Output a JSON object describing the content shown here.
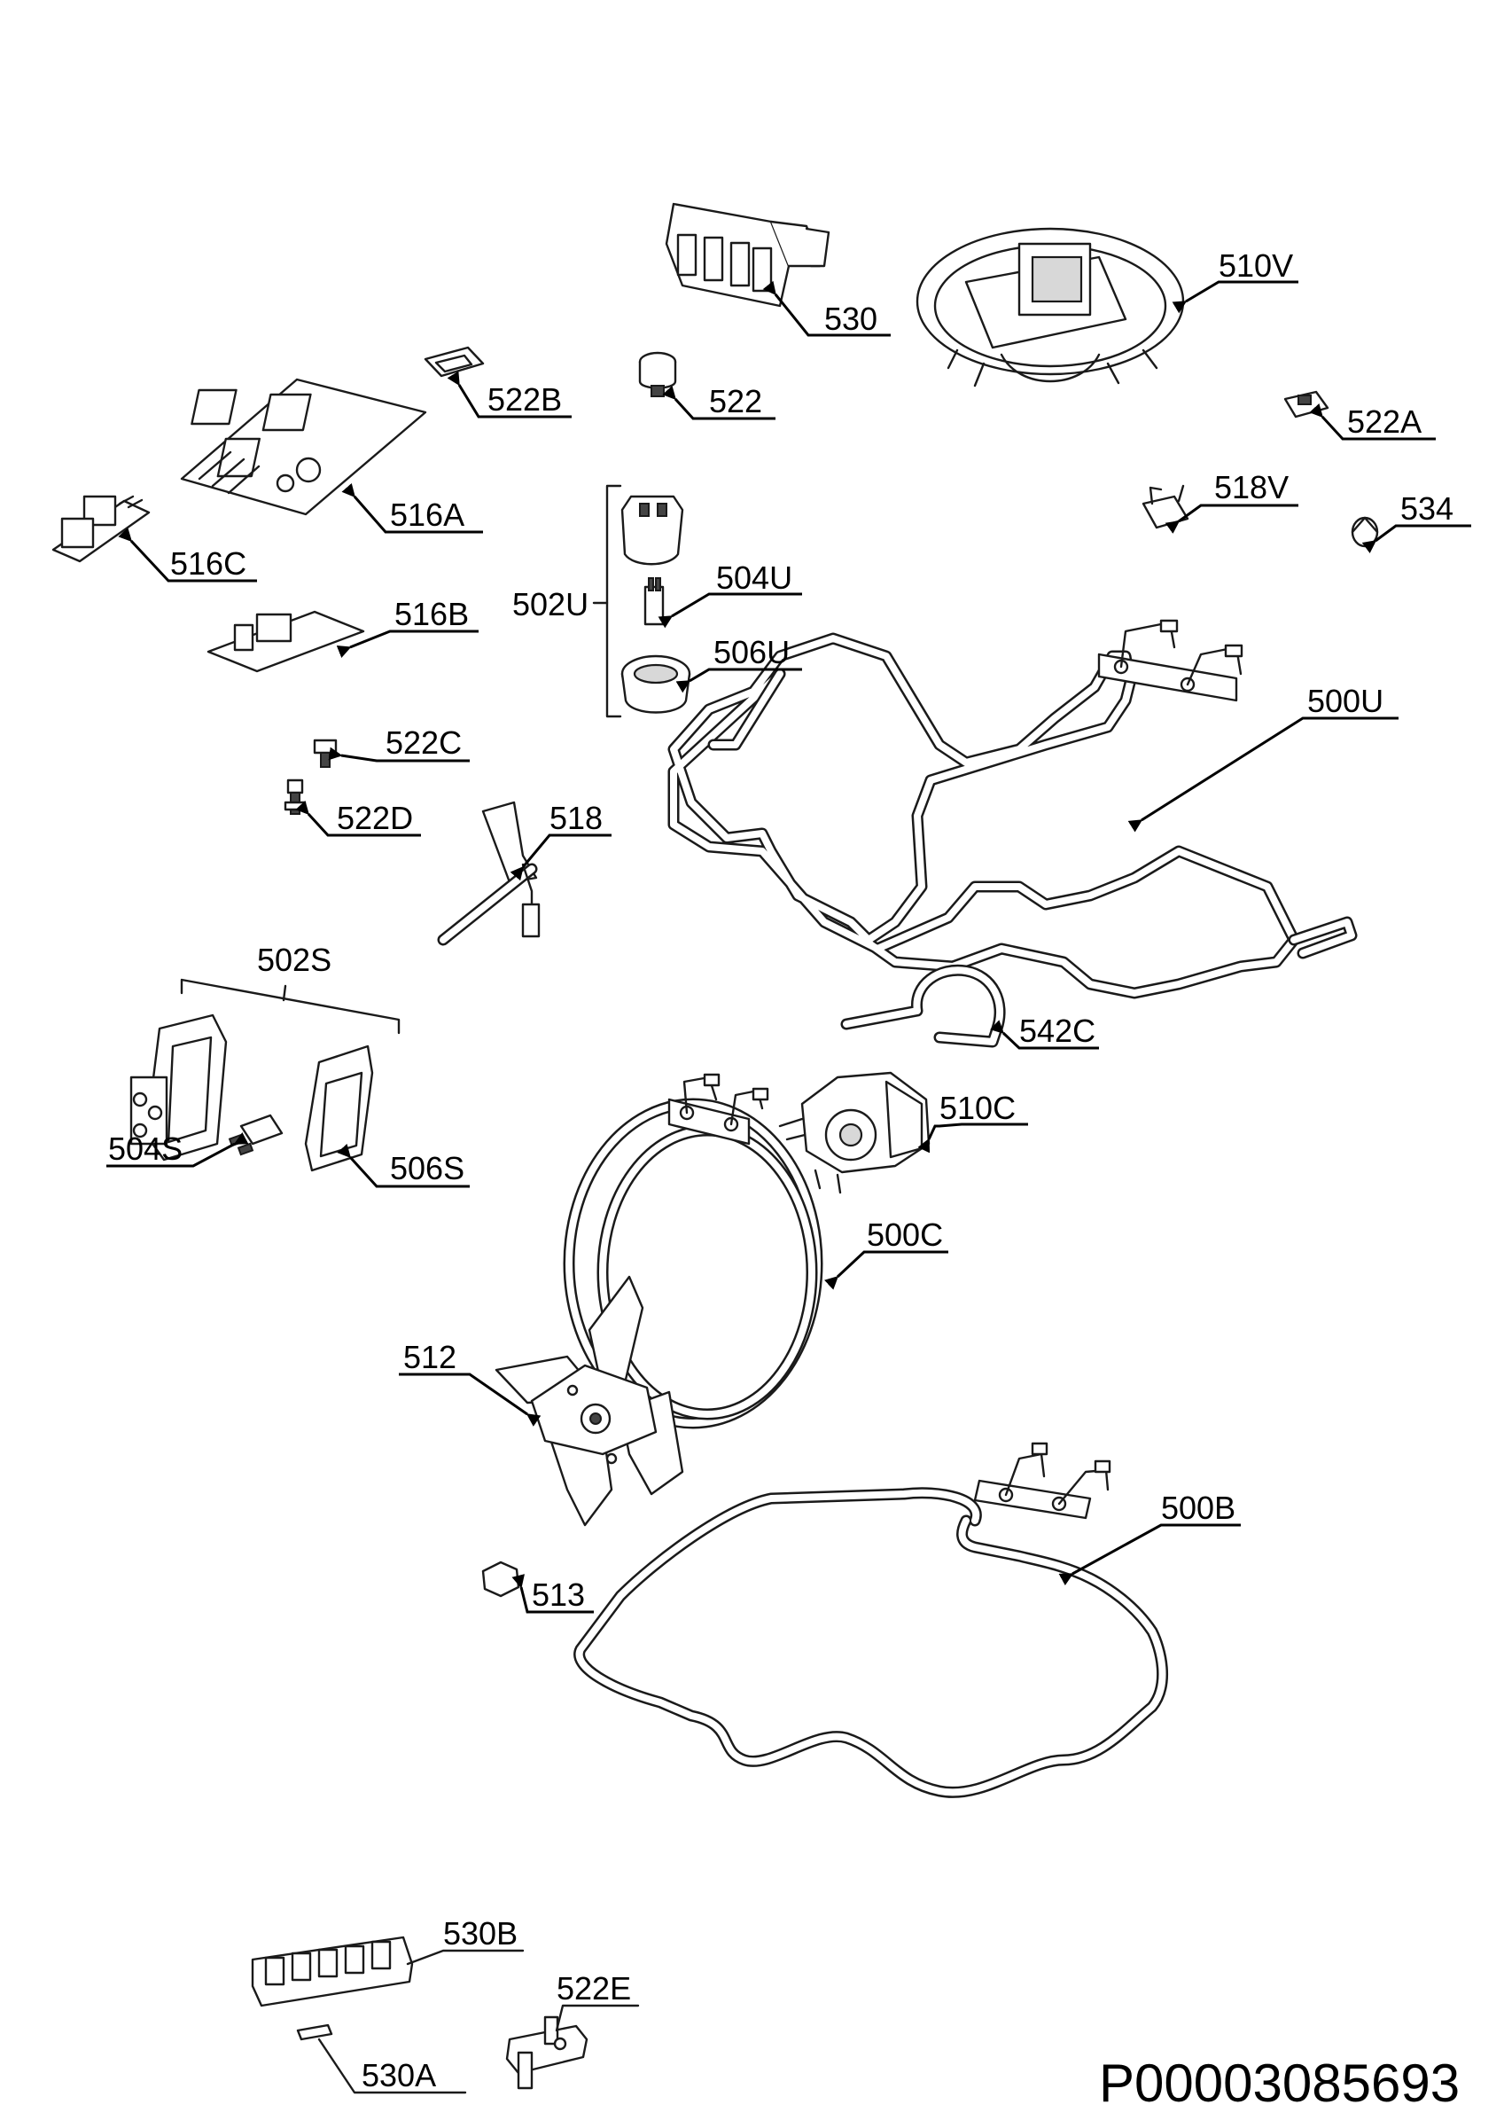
{
  "diagram": {
    "reference_code": "P00003085693",
    "callouts": [
      {
        "id": "c530",
        "label": "530"
      },
      {
        "id": "c510V",
        "label": "510V"
      },
      {
        "id": "c522B",
        "label": "522B"
      },
      {
        "id": "c522",
        "label": "522"
      },
      {
        "id": "c522A",
        "label": "522A"
      },
      {
        "id": "c516A",
        "label": "516A"
      },
      {
        "id": "c518V",
        "label": "518V"
      },
      {
        "id": "c534",
        "label": "534"
      },
      {
        "id": "c516C",
        "label": "516C"
      },
      {
        "id": "c502U",
        "label": "502U"
      },
      {
        "id": "c504U",
        "label": "504U"
      },
      {
        "id": "c516B",
        "label": "516B"
      },
      {
        "id": "c506U",
        "label": "506U"
      },
      {
        "id": "c500U",
        "label": "500U"
      },
      {
        "id": "c522C",
        "label": "522C"
      },
      {
        "id": "c522D",
        "label": "522D"
      },
      {
        "id": "c518",
        "label": "518"
      },
      {
        "id": "c502S",
        "label": "502S"
      },
      {
        "id": "c542C",
        "label": "542C"
      },
      {
        "id": "c510C",
        "label": "510C"
      },
      {
        "id": "c504S",
        "label": "504S"
      },
      {
        "id": "c506S",
        "label": "506S"
      },
      {
        "id": "c500C",
        "label": "500C"
      },
      {
        "id": "c512",
        "label": "512"
      },
      {
        "id": "c500B",
        "label": "500B"
      },
      {
        "id": "c513",
        "label": "513"
      },
      {
        "id": "c530B",
        "label": "530B"
      },
      {
        "id": "c522E",
        "label": "522E"
      },
      {
        "id": "c530A",
        "label": "530A"
      }
    ]
  }
}
